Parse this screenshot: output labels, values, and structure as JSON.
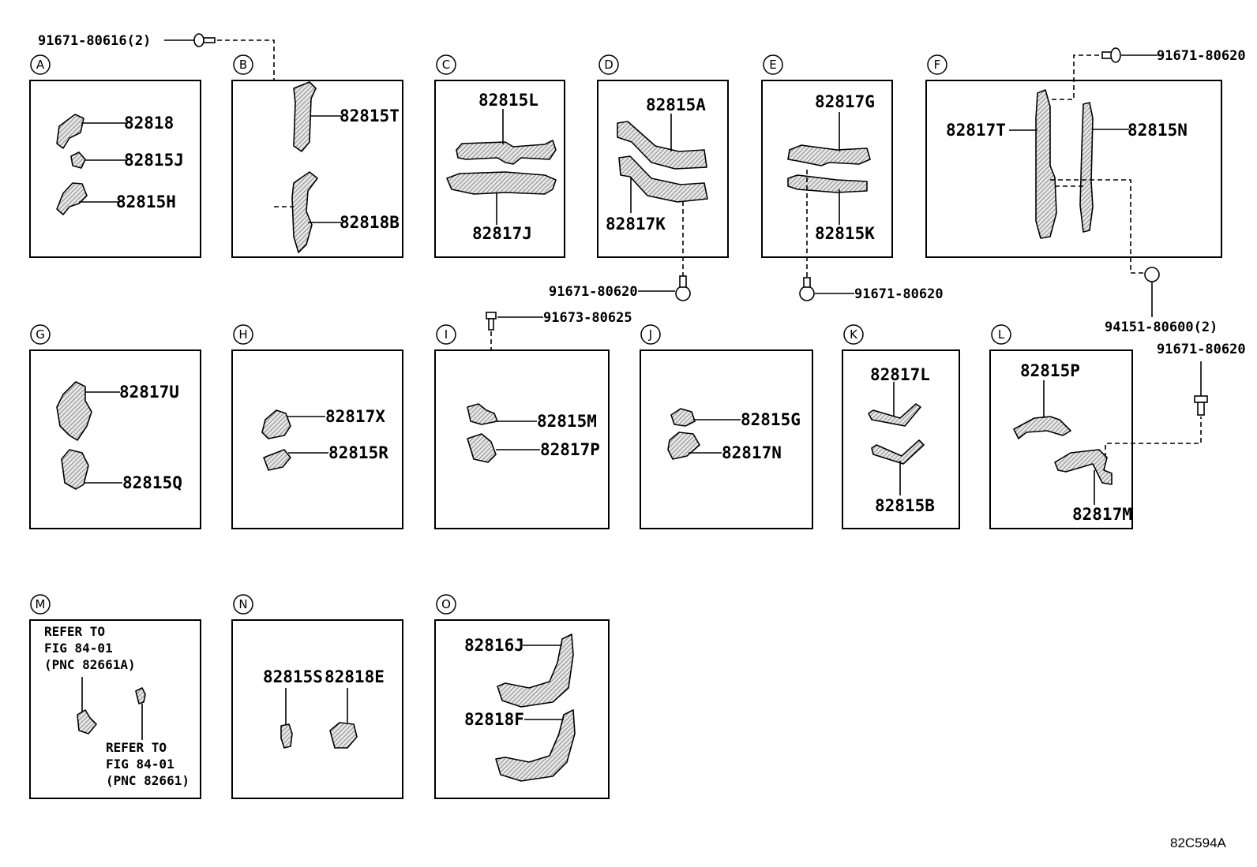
{
  "figure_code": "82C594A",
  "panels": [
    {
      "letter": "A",
      "parts": [
        "82818",
        "82815J",
        "82815H"
      ]
    },
    {
      "letter": "B",
      "parts": [
        "82815T",
        "82818B"
      ]
    },
    {
      "letter": "C",
      "parts": [
        "82815L",
        "82817J"
      ]
    },
    {
      "letter": "D",
      "parts": [
        "82815A",
        "82817K"
      ]
    },
    {
      "letter": "E",
      "parts": [
        "82817G",
        "82815K"
      ]
    },
    {
      "letter": "F",
      "parts": [
        "82817T",
        "82815N"
      ]
    },
    {
      "letter": "G",
      "parts": [
        "82817U",
        "82815Q"
      ]
    },
    {
      "letter": "H",
      "parts": [
        "82817X",
        "82815R"
      ]
    },
    {
      "letter": "I",
      "parts": [
        "82815M",
        "82817P"
      ]
    },
    {
      "letter": "J",
      "parts": [
        "82815G",
        "82817N"
      ]
    },
    {
      "letter": "K",
      "parts": [
        "82817L",
        "82815B"
      ]
    },
    {
      "letter": "L",
      "parts": [
        "82815P",
        "82817M"
      ]
    },
    {
      "letter": "M",
      "parts": []
    },
    {
      "letter": "N",
      "parts": [
        "82815S",
        "82818E"
      ]
    },
    {
      "letter": "O",
      "parts": [
        "82816J",
        "82818F"
      ]
    }
  ],
  "fasteners": [
    "91671-80616(2)",
    "91671-80620",
    "91671-80620",
    "91671-80620",
    "94151-80600(2)",
    "91673-80625",
    "91671-80620"
  ],
  "refer_notes": [
    [
      "REFER TO",
      "FIG 84-01",
      "(PNC 82661A)"
    ],
    [
      "REFER TO",
      "FIG 84-01",
      "(PNC 82661)"
    ]
  ]
}
